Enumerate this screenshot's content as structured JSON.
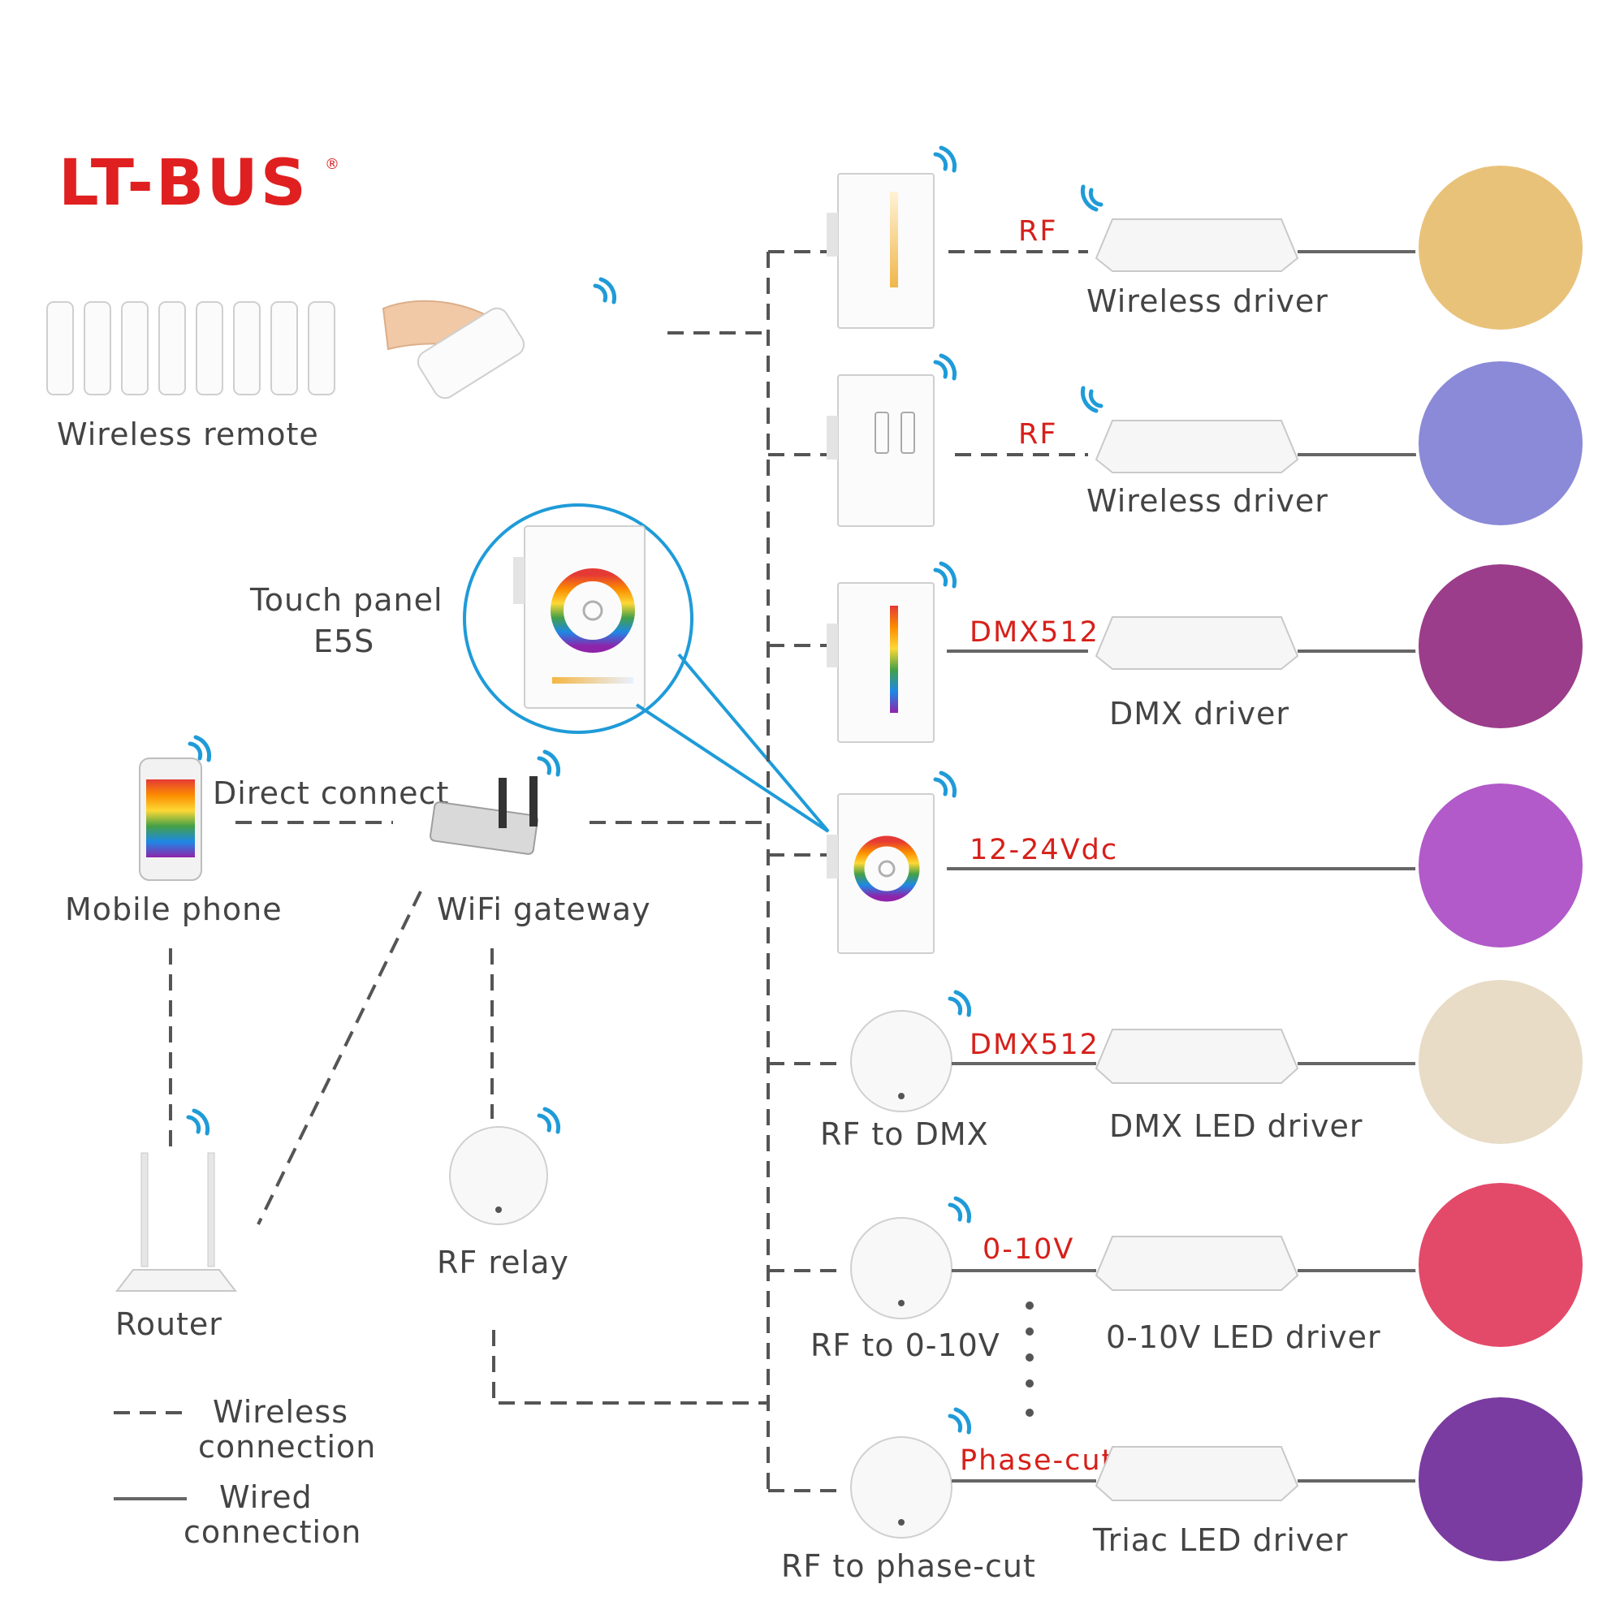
{
  "brand": {
    "logo_text": "LT-BUS",
    "registered_mark": "®",
    "color": "#e02020"
  },
  "left_devices": {
    "wireless_remote": "Wireless remote",
    "touch_panel_line1": "Touch panel",
    "touch_panel_line2": "E5S",
    "direct_connect": "Direct connect",
    "mobile_phone": "Mobile phone",
    "wifi_gateway": "WiFi gateway",
    "router": "Router",
    "rf_relay": "RF relay"
  },
  "legend": {
    "wireless_line1": "Wireless",
    "wireless_line2": "connection",
    "wired_line1": "Wired",
    "wired_line2": "connection"
  },
  "rows": [
    {
      "link": "RF",
      "driver": "Wireless driver",
      "scene_color": "#e9c27a"
    },
    {
      "link": "RF",
      "driver": "Wireless driver",
      "scene_color": "#8a8ad8"
    },
    {
      "link": "DMX512",
      "driver": "DMX driver",
      "scene_color": "#9b3d8a"
    },
    {
      "link": "12-24Vdc",
      "driver": "",
      "scene_color": "#b25ac9"
    },
    {
      "link": "DMX512",
      "driver": "DMX LED driver",
      "device": "RF to DMX",
      "scene_color": "#e8dcc6"
    },
    {
      "link": "0-10V",
      "driver": "0-10V LED driver",
      "device": "RF to 0-10V",
      "scene_color": "#e34a6a"
    },
    {
      "link": "Phase-cut",
      "driver": "Triac LED driver",
      "device": "RF to phase-cut",
      "scene_color": "#7a3ca0"
    }
  ],
  "colors": {
    "wireless_signal": "#1f9bd8",
    "link_label": "#d6201a"
  }
}
